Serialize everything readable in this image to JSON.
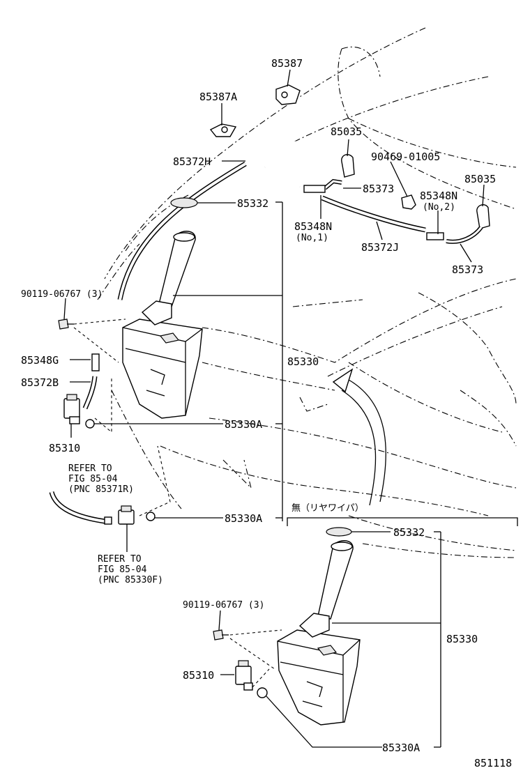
{
  "labels": {
    "p85387": "85387",
    "p85387A": "85387A",
    "p85035_a": "85035",
    "p85372H": "85372H",
    "p90469": "90469-01005",
    "p85035_b": "85035",
    "p85373_a": "85373",
    "p85348N_2": "85348N",
    "no2": "(No,2)",
    "p85332_a": "85332",
    "p85348N_1": "85348N",
    "no1": "(No,1)",
    "p85372J": "85372J",
    "p85373_b": "85373",
    "p90119_a": "90119-06767 (3)",
    "p85348G": "85348G",
    "p85330_a": "85330",
    "p85372B": "85372B",
    "p85330A_a": "85330A",
    "p85310_a": "85310",
    "refer1_line1": "REFER TO",
    "refer1_line2": "FIG 85-04",
    "refer1_line3": "(PNC 85371R)",
    "p85330A_b": "85330A",
    "rear_wiper_note": "無（リヤワイパ）",
    "refer2_line1": "REFER TO",
    "refer2_line2": "FIG 85-04",
    "refer2_line3": "(PNC 85330F)",
    "p85332_b": "85332",
    "p90119_b": "90119-06767 (3)",
    "p85330_b": "85330",
    "p85310_b": "85310",
    "p85330A_c": "85330A",
    "figure_number": "851118"
  }
}
